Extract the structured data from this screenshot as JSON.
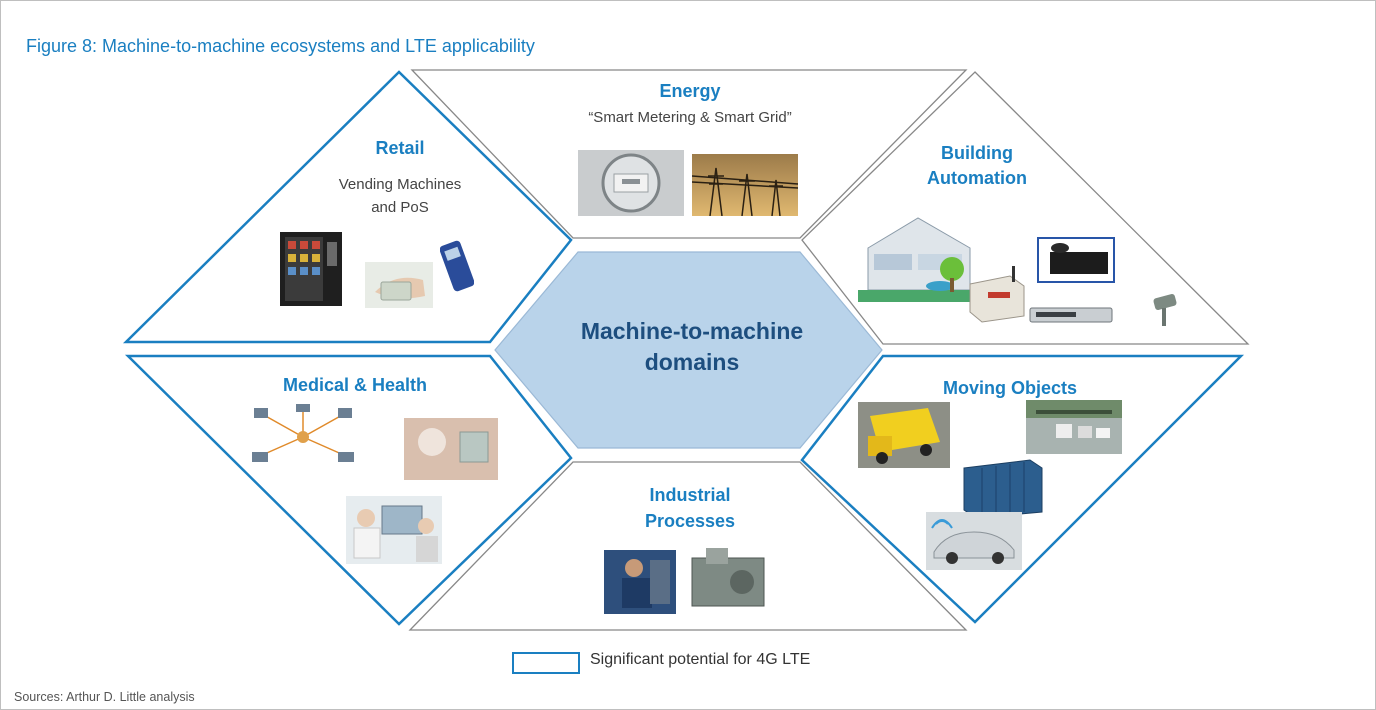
{
  "figure_title": "Figure 8: Machine-to-machine ecosystems and LTE applicability",
  "center": {
    "title": "Machine-to-machine domains"
  },
  "segments": {
    "energy": {
      "title": "Energy",
      "subtitle": "“Smart Metering & Smart Grid”",
      "lte_potential": false
    },
    "retail": {
      "title": "Retail",
      "subtitle_line1": "Vending Machines",
      "subtitle_line2": "and PoS",
      "lte_potential": true
    },
    "building": {
      "title_line1": "Building",
      "title_line2": "Automation",
      "lte_potential": false
    },
    "medical": {
      "title": "Medical & Health",
      "lte_potential": true
    },
    "moving": {
      "title": "Moving Objects",
      "lte_potential": true
    },
    "industrial": {
      "title_line1": "Industrial",
      "title_line2": "Processes",
      "lte_potential": false
    }
  },
  "legend": {
    "label": "Significant potential for 4G LTE"
  },
  "source": "Sources: Arthur D. Little analysis",
  "colors": {
    "accent": "#1a7fc1",
    "center_fill": "#b9d3ea",
    "center_text": "#1d4e7f",
    "grey_outline": "#888888"
  }
}
